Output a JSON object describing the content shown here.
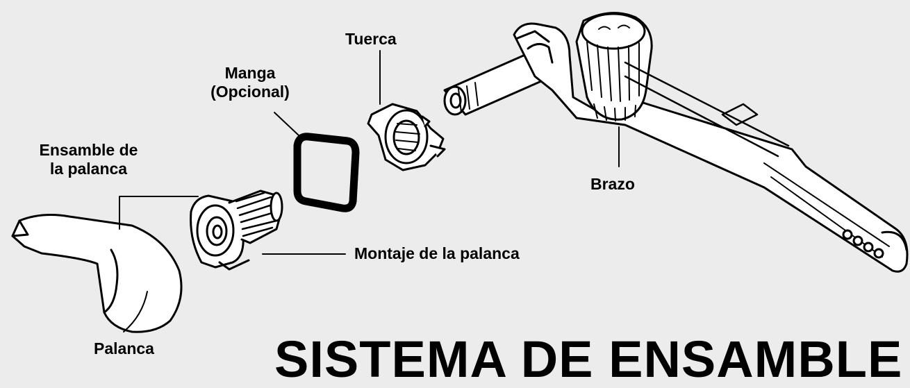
{
  "labels": {
    "tuerca": "Tuerca",
    "manga_line1": "Manga",
    "manga_line2": "(Opcional)",
    "ensamble_line1": "Ensamble de",
    "ensamble_line2": "la palanca",
    "brazo": "Brazo",
    "montaje": "Montaje de la palanca",
    "palanca": "Palanca"
  },
  "title": "SISTEMA DE ENSAMBLE",
  "colors": {
    "background": "#ececec",
    "line": "#000000",
    "part_fill": "#ffffff"
  },
  "icons": [
    "arrow-rotate-icon"
  ]
}
